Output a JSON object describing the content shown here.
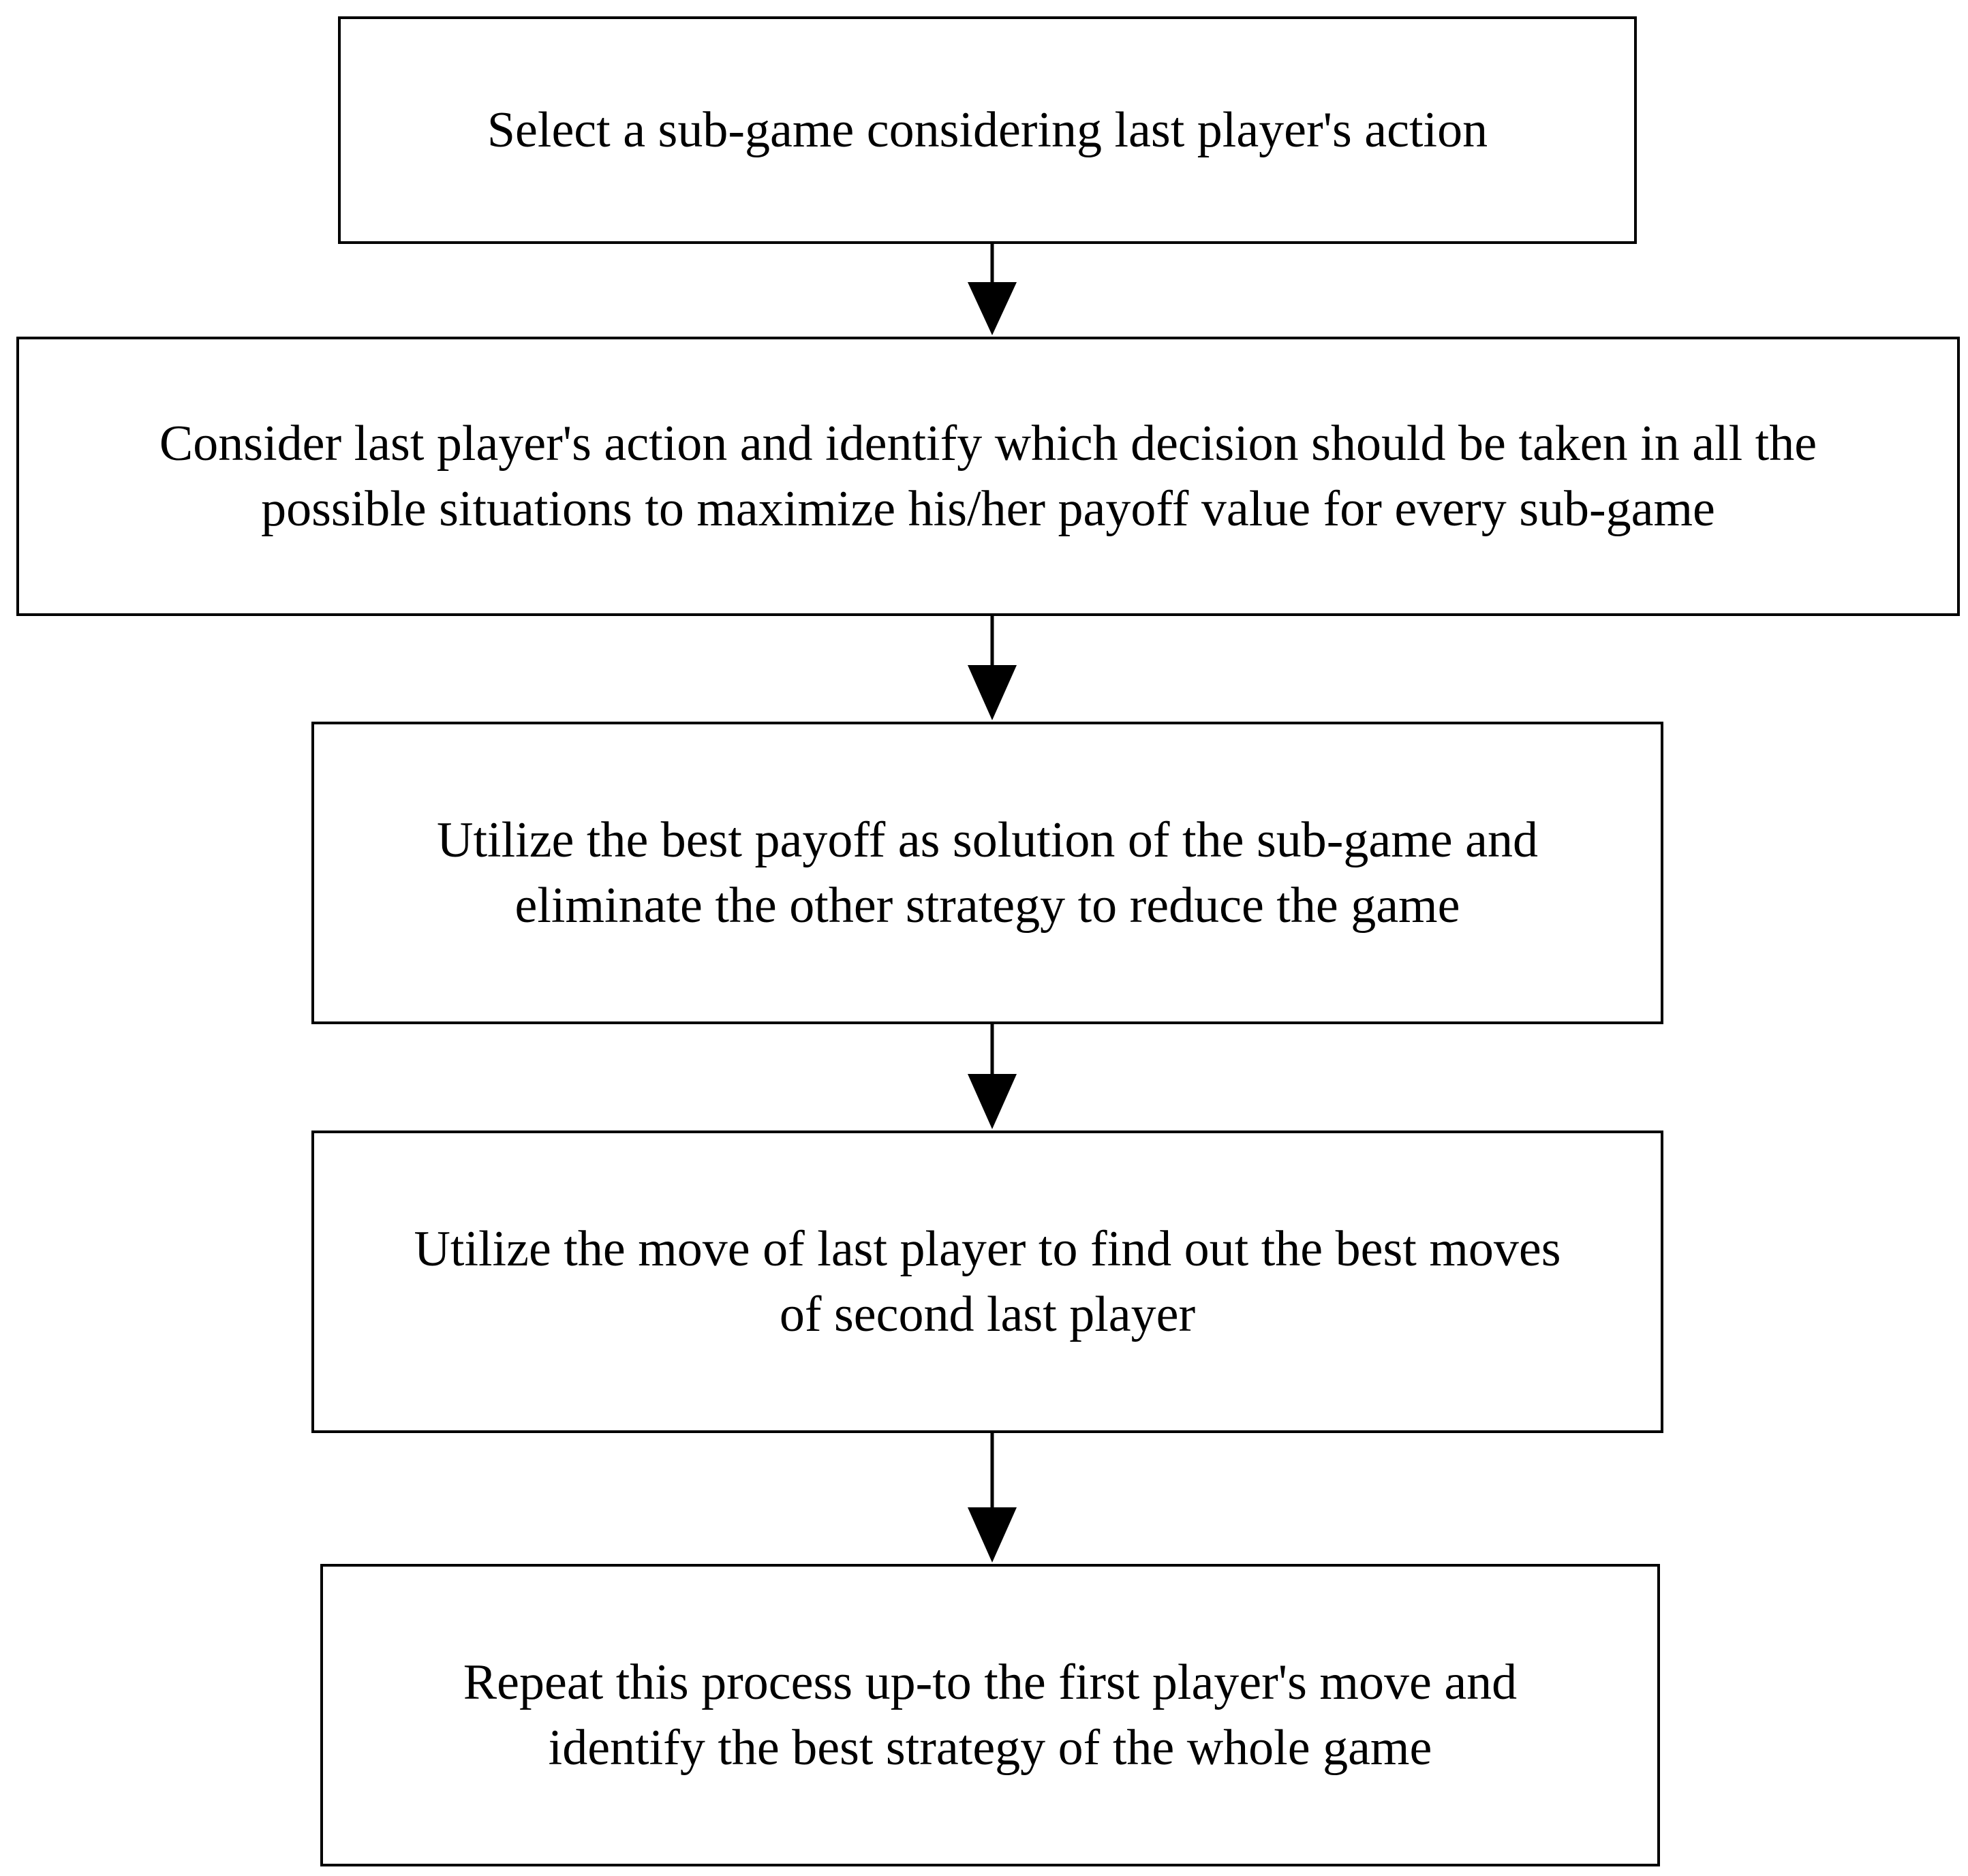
{
  "flowchart": {
    "steps": [
      {
        "lines": [
          "Select a sub-game considering last player's action"
        ]
      },
      {
        "lines": [
          "Consider last player's action and identify which decision should be taken in all the",
          "possible situations to maximize his/her payoff value for every sub-game"
        ]
      },
      {
        "lines": [
          "Utilize the best payoff as solution of the sub-game and",
          "eliminate the other strategy to reduce the game"
        ]
      },
      {
        "lines": [
          "Utilize the move of last player to find out the best moves",
          "of second last player"
        ]
      },
      {
        "lines": [
          "Repeat this process up-to the first player's move and",
          "identify the best strategy of the whole game"
        ]
      }
    ],
    "connectors": [
      {
        "from": 1,
        "to": 2
      },
      {
        "from": 2,
        "to": 3
      },
      {
        "from": 3,
        "to": 4
      },
      {
        "from": 4,
        "to": 5
      }
    ],
    "colors": {
      "stroke": "#000000",
      "fill": "#ffffff",
      "text": "#000000"
    }
  }
}
